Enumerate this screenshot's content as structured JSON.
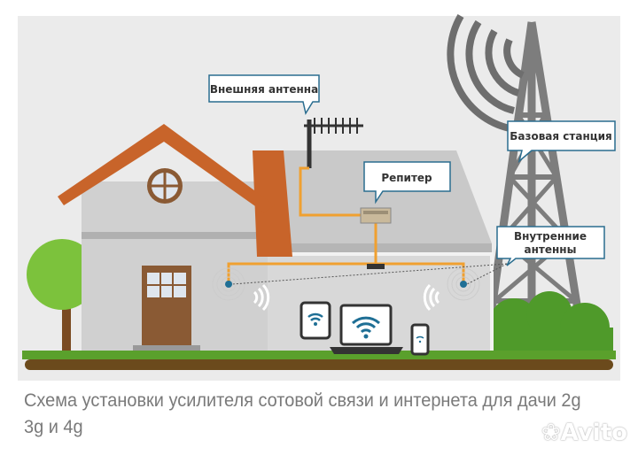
{
  "diagram": {
    "labels": {
      "external_antenna": "Внешняя антенна",
      "repeater": "Репитер",
      "base_station": "Базовая станция",
      "internal_antennas_line1": "Внутренние",
      "internal_antennas_line2": "антенны"
    },
    "colors": {
      "cable": "#f0a030",
      "roof": "#c8642a",
      "grass": "#5aa02c",
      "label_border": "#2a6d8f",
      "wifi": "#1f6f95"
    }
  },
  "caption": "Схема установки усилителя сотовой связи и интернета для дачи 2g 3g и 4g",
  "watermark": "Avito"
}
